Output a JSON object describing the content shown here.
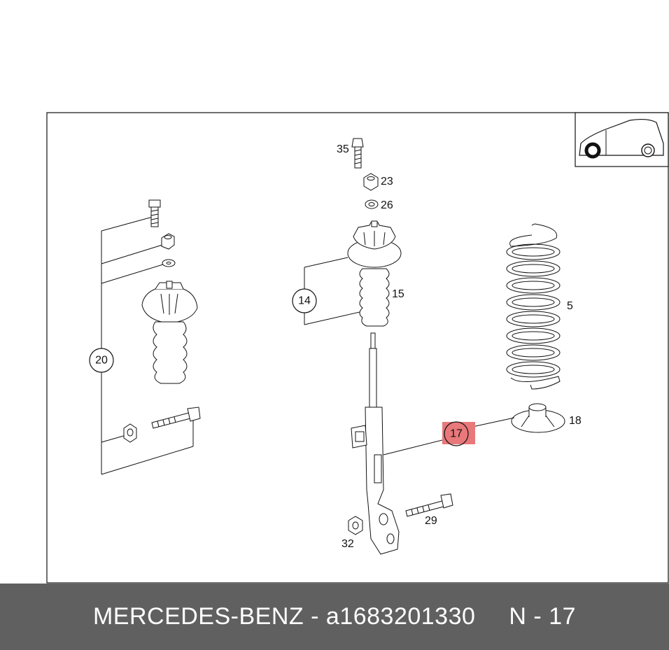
{
  "diagram": {
    "callouts": {
      "c35": "35",
      "c23": "23",
      "c26": "26",
      "c15": "15",
      "c14": "14",
      "c5": "5",
      "c20": "20",
      "c17": "17",
      "c18": "18",
      "c29": "29",
      "c32": "32"
    },
    "highlight_color": "#e8787a",
    "icons": [
      "car-silhouette-icon"
    ]
  },
  "footer": {
    "brand": "MERCEDES-BENZ",
    "separator": "-",
    "part_number": "a1683201330",
    "ref": "N - 17"
  }
}
